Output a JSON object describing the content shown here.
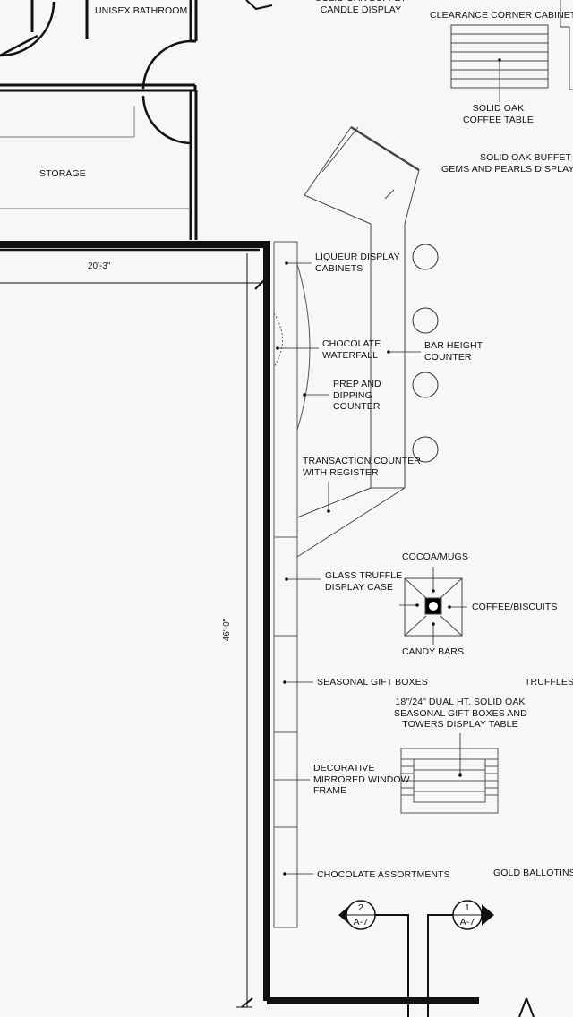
{
  "rooms": {
    "unisex_bathroom": "UNISEX BATHROOM",
    "storage": "STORAGE"
  },
  "dimensions": {
    "width": "20'-3\"",
    "length": "46'-0\""
  },
  "labels": {
    "candle_display": "SOLID OAK BUFFET\nCANDLE DISPLAY",
    "clearance_cabinet": "CLEARANCE CORNER CABINET",
    "coffee_table": "SOLID OAK\nCOFFEE TABLE",
    "gems_buffet": "SOLID OAK BUFFET\nGEMS AND PEARLS DISPLAY",
    "liqueur": "LIQUEUR DISPLAY\nCABINETS",
    "waterfall": "CHOCOLATE\nWATERFALL",
    "bar_counter": "BAR HEIGHT\nCOUNTER",
    "prep": "PREP AND\nDIPPING\nCOUNTER",
    "transaction": "TRANSACTION COUNTER\nWITH REGISTER",
    "cocoa": "COCOA/MUGS",
    "truffle_case": "GLASS TRUFFLE\nDISPLAY CASE",
    "coffee_biscuits": "COFFEE/BISCUITS",
    "candy_bars": "CANDY BARS",
    "seasonal": "SEASONAL GIFT BOXES",
    "truffles": "TRUFFLES",
    "towers_table": "18\"/24\" DUAL HT. SOLID OAK\nSEASONAL GIFT BOXES AND\nTOWERS DISPLAY TABLE",
    "mirror": "DECORATIVE\nMIRRORED WINDOW\nFRAME",
    "assortments": "CHOCOLATE ASSORTMENTS",
    "ballotins": "GOLD BALLOTINS"
  },
  "section_markers": [
    {
      "number": "2",
      "sheet": "A-7"
    },
    {
      "number": "1",
      "sheet": "A-7"
    }
  ]
}
